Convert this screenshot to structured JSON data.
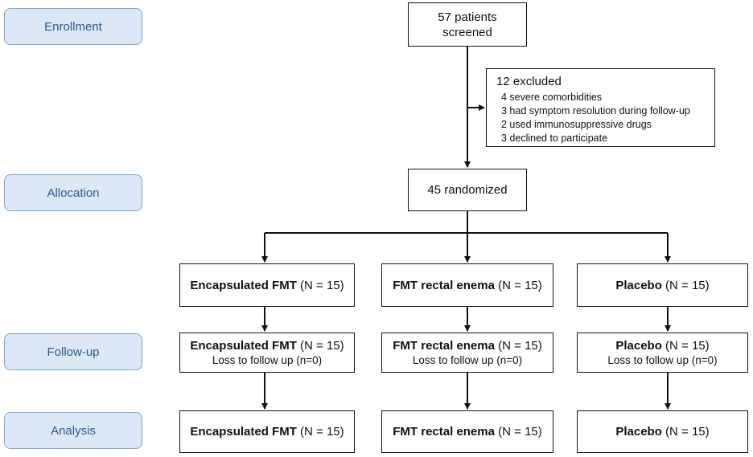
{
  "stages": {
    "enrollment": "Enrollment",
    "allocation": "Allocation",
    "followup": "Follow-up",
    "analysis": "Analysis"
  },
  "screened": {
    "line1": "57 patients",
    "line2": "screened"
  },
  "excluded": {
    "title": "12 excluded",
    "reasons": [
      "4 severe comorbidities",
      "3 had symptom resolution during follow-up",
      "2 used immunosuppressive drugs",
      "3 declined to participate"
    ]
  },
  "randomized": "45 randomized",
  "arms": [
    {
      "name": "Encapsulated FMT",
      "n": "(N = 15)",
      "loss": "Loss to follow up (n=0)"
    },
    {
      "name": "FMT rectal enema",
      "n": "(N = 15)",
      "loss": "Loss to follow up (n=0)"
    },
    {
      "name": "Placebo",
      "n": "(N = 15)",
      "loss": "Loss to follow up (n=0)"
    }
  ]
}
